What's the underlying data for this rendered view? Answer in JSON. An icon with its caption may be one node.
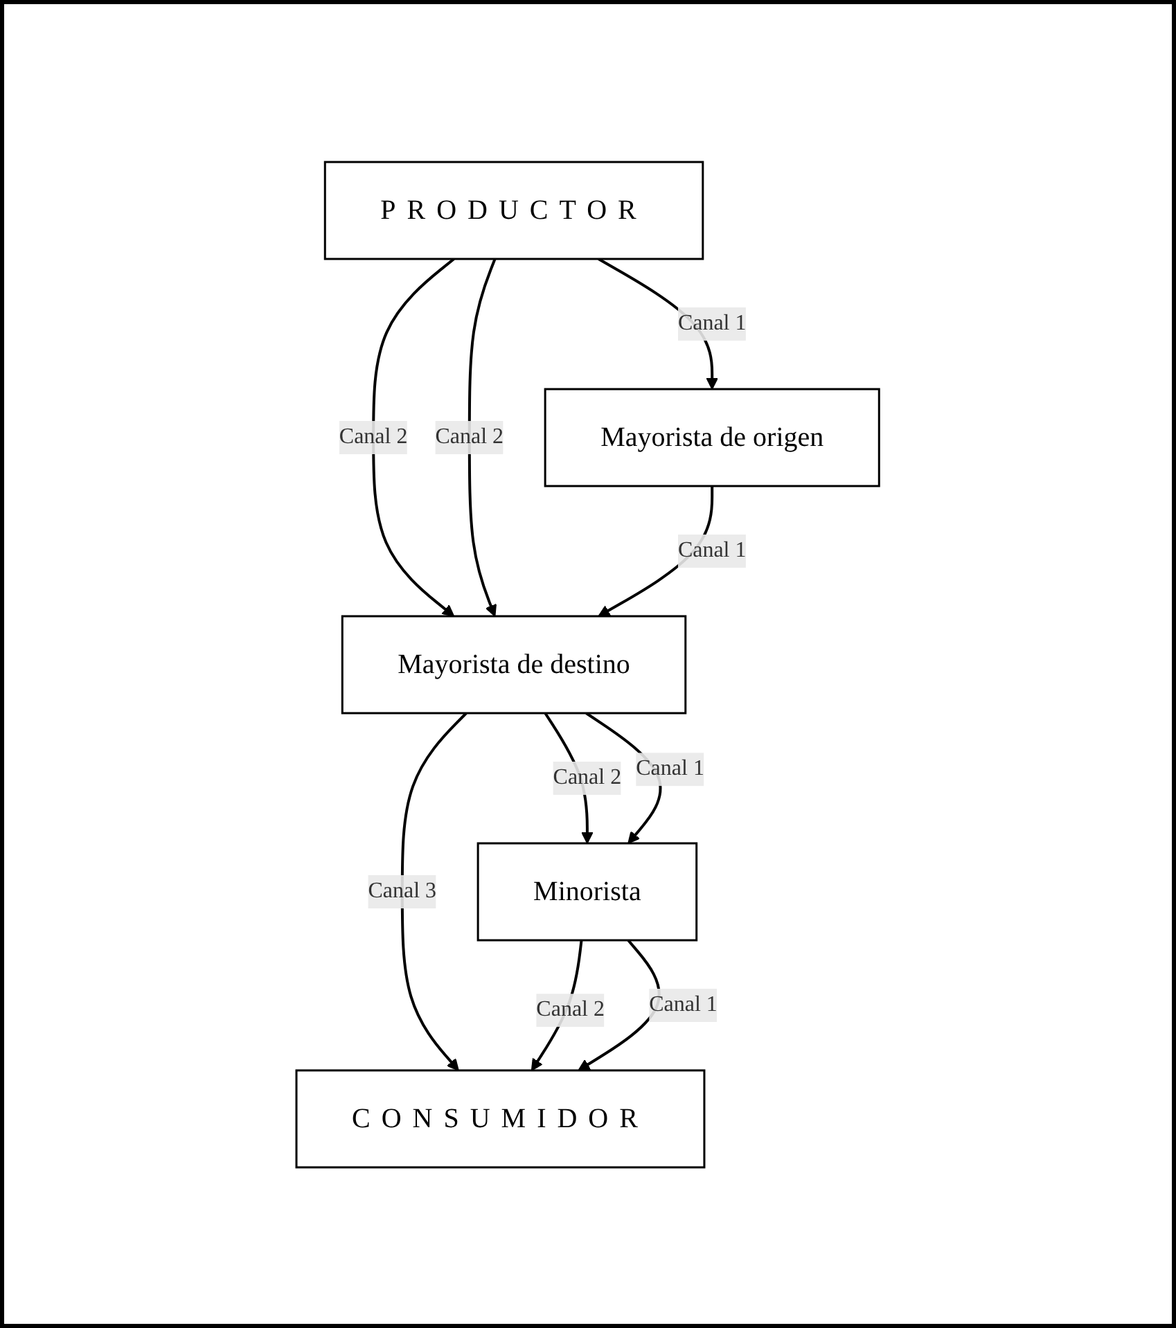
{
  "diagram": {
    "nodes": [
      {
        "text": [
          "PRODUCTOR"
        ]
      },
      {
        "text": [
          "Mayorista de origen"
        ]
      },
      {
        "text": [
          "Mayorista de destino"
        ]
      },
      {
        "text": [
          "Minorista"
        ]
      },
      {
        "text": [
          "CONSUMIDOR"
        ]
      }
    ],
    "edges": [
      {
        "from": 0,
        "to": 2,
        "arrow": "to",
        "label": "Canal 2"
      },
      {
        "from": 0,
        "to": 2,
        "arrow": "to",
        "label": "Canal 2"
      },
      {
        "from": 0,
        "to": 1,
        "arrow": "to",
        "label": "Canal 1"
      },
      {
        "from": 1,
        "to": 2,
        "arrow": "to",
        "label": "Canal 1"
      },
      {
        "from": 2,
        "to": 4,
        "arrow": "to",
        "label": "Canal 3"
      },
      {
        "from": 2,
        "to": 3,
        "arrow": "to",
        "label": "Canal 2"
      },
      {
        "from": 2,
        "to": 3,
        "arrow": "to",
        "label": "Canal 1"
      },
      {
        "from": 3,
        "to": 4,
        "arrow": "to",
        "label": "Canal 2"
      },
      {
        "from": 3,
        "to": 4,
        "arrow": "to",
        "label": "Canal 1"
      }
    ]
  }
}
